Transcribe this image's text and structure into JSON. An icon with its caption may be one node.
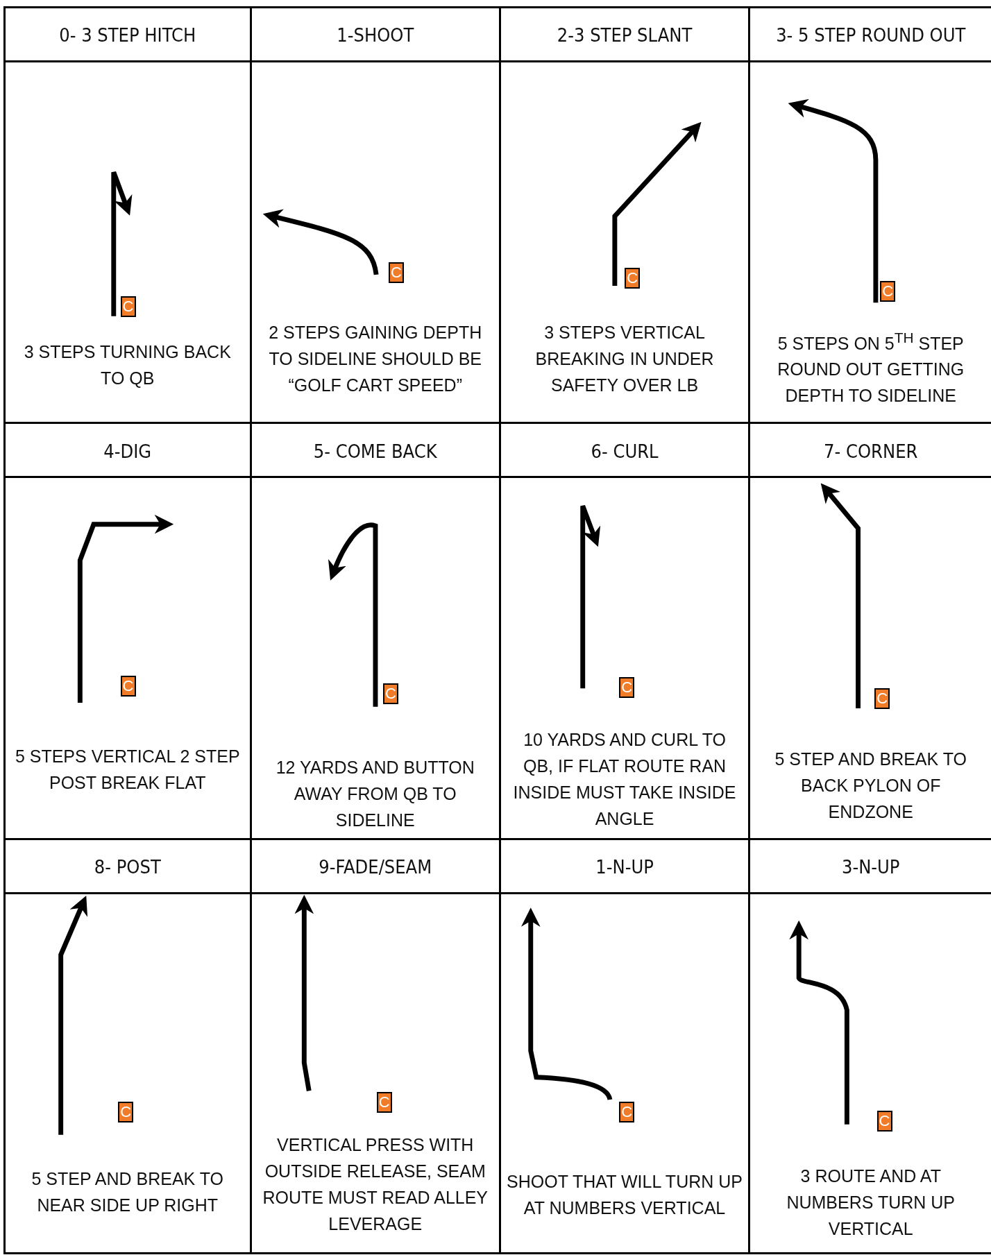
{
  "diagram": {
    "nodes": [
      {
        "text": [
          "0- 3 STEP HITCH",
          "3 STEPS TURNING BACK TO QB"
        ]
      },
      {
        "text": [
          "C"
        ],
        "in": 0
      },
      {
        "text": [
          "1-SHOOT",
          "2 STEPS GAINING DEPTH TO SIDELINE SHOULD BE “GOLF CART SPEED”"
        ]
      },
      {
        "text": [
          "C"
        ],
        "in": 2
      },
      {
        "text": [
          "2-3 STEP SLANT",
          "3 STEPS VERTICAL BREAKING IN UNDER SAFETY OVER LB"
        ]
      },
      {
        "text": [
          "C"
        ],
        "in": 4
      },
      {
        "text": [
          "3- 5 STEP ROUND OUT",
          "5 STEPS ON 5$^{TH}$ STEP ROUND OUT GETTING DEPTH TO SIDELINE"
        ]
      },
      {
        "text": [
          "C"
        ],
        "in": 6
      },
      {
        "text": [
          "4-DIG",
          "5 STEPS VERTICAL 2 STEP POST BREAK FLAT"
        ]
      },
      {
        "text": [
          "C"
        ],
        "in": 8
      },
      {
        "text": [
          "5- COME BACK",
          "12 YARDS AND BUTTON AWAY FROM QB TO SIDELINE"
        ]
      },
      {
        "text": [
          "C"
        ],
        "in": 10
      },
      {
        "text": [
          "6- CURL",
          "10 YARDS AND CURL TO QB, IF FLAT ROUTE RAN INSIDE MUST TAKE INSIDE ANGLE"
        ]
      },
      {
        "text": [
          "C"
        ],
        "in": 12
      },
      {
        "text": [
          "7- CORNER",
          "5 STEP AND BREAK TO BACK PYLON OF ENDZONE"
        ]
      },
      {
        "text": [
          "C"
        ],
        "in": 14
      },
      {
        "text": [
          "8- POST",
          "5 STEP AND BREAK TO NEAR SIDE UP RIGHT"
        ]
      },
      {
        "text": [
          "C"
        ],
        "in": 16
      },
      {
        "text": [
          "9-FADE/SEAM",
          "VERTICAL PRESS WITH OUTSIDE RELEASE, SEAM ROUTE MUST READ ALLEY LEVERAGE"
        ]
      },
      {
        "text": [
          "C"
        ],
        "in": 18
      },
      {
        "text": [
          "1-N-UP",
          "SHOOT THAT WILL TURN UP AT NUMBERS VERTICAL"
        ]
      },
      {
        "text": [
          "C"
        ],
        "in": 20
      },
      {
        "text": [
          "3-N-UP",
          "3 ROUTE AND AT NUMBERS TURN UP VERTICAL"
        ]
      },
      {
        "text": [
          "C"
        ],
        "in": 22
      }
    ]
  }
}
